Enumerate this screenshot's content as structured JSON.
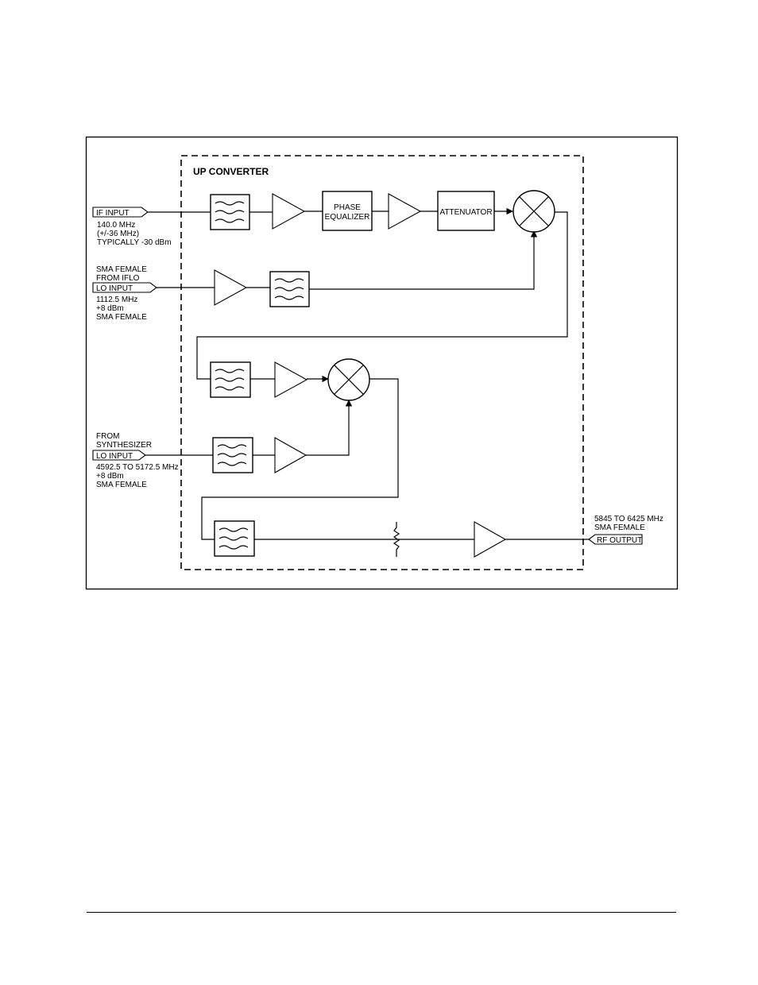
{
  "diagram": {
    "title": "UP CONVERTER",
    "blocks": {
      "phase_equalizer": [
        "PHASE",
        "EQUALIZER"
      ],
      "attenuator": "ATTENUATOR"
    },
    "ports": {
      "if_input": {
        "label": "IF INPUT",
        "notes_below": [
          "140.0 MHz",
          "(+/-36 MHz)",
          "TYPICALLY -30 dBm"
        ]
      },
      "lo_input_1": {
        "label": "LO INPUT",
        "notes_above": [
          "SMA FEMALE",
          "FROM IFLO"
        ],
        "notes_below": [
          "1112.5 MHz",
          "+8 dBm",
          "SMA FEMALE"
        ]
      },
      "lo_input_2": {
        "label": "LO INPUT",
        "notes_above": [
          "FROM",
          "SYNTHESIZER"
        ],
        "notes_below": [
          "4592.5 TO 5172.5 MHz",
          "+8 dBm",
          "SMA FEMALE"
        ]
      },
      "rf_output": {
        "label": "RF OUTPUT",
        "notes_above": [
          "5845 TO 6425 MHz",
          "SMA FEMALE"
        ]
      }
    }
  }
}
